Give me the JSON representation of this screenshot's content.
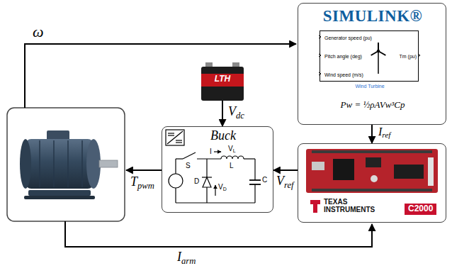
{
  "diagram": {
    "nodes": [
      {
        "text": [
          "SIMULINK®",
          "Pw = ½ρAVw³Cp"
        ]
      },
      {
        "text": [
          "Generator speed (pu)",
          "Pitch angle (deg)",
          "Wind speed (m/s)",
          "Tm (pu)",
          "Wind Turbine"
        ],
        "in": 0
      },
      {
        "text": [
          "LTH"
        ]
      },
      {
        "text": [
          "Buck"
        ]
      },
      {
        "text": [
          "TEXAS INSTRUMENTS",
          "C2000"
        ]
      }
    ],
    "edges": [
      {
        "from": 2,
        "to": 3,
        "label": "Vdc",
        "arrow": "to"
      },
      {
        "from": 0,
        "to": 4,
        "label": "Iref",
        "arrow": "to"
      },
      {
        "from": 4,
        "to": 3,
        "label": "Vref",
        "arrow": "to"
      }
    ],
    "labels": [
      "ω",
      "VL",
      "I",
      "L",
      "S",
      "D",
      "VD",
      "C",
      "Tpwm",
      "Iarm"
    ]
  }
}
